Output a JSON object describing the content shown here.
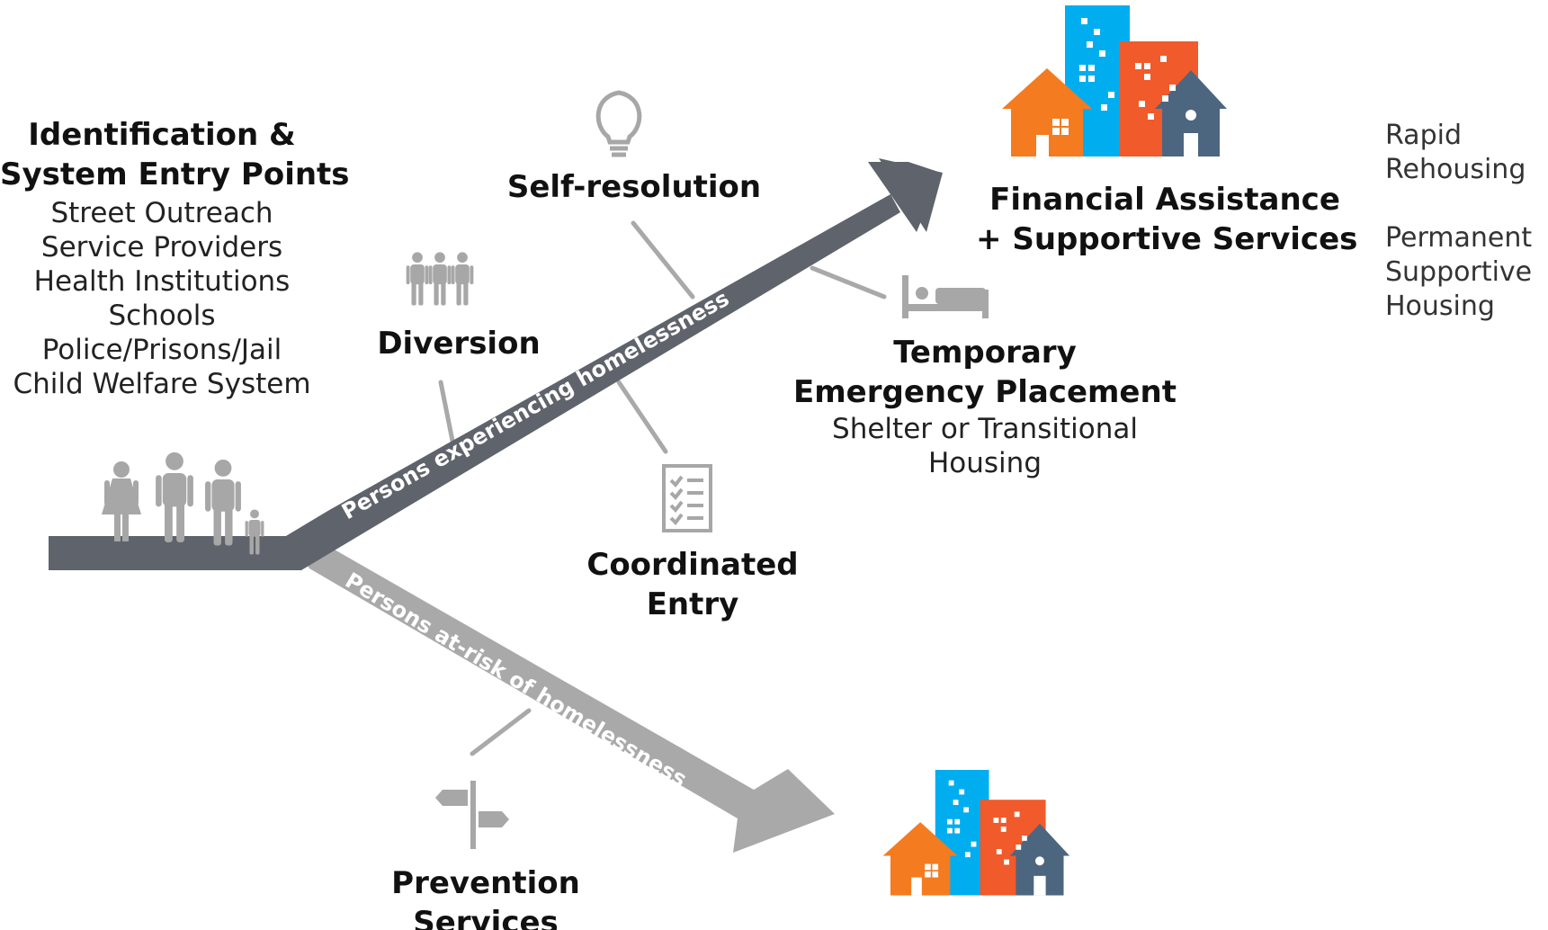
{
  "entry": {
    "title_lines": [
      "Identification &",
      "System Entry Points"
    ],
    "items": [
      "Street Outreach",
      "Service Providers",
      "Health Institutions",
      "Schools",
      "Police/Prisons/Jail",
      "Child Welfare System"
    ]
  },
  "arrows": {
    "upper_label": "Persons experiencing homelessness",
    "lower_label": "Persons at-risk of homelessness",
    "upper_color": "#5f636b",
    "lower_color": "#a9a9a9"
  },
  "nodes": {
    "self_resolution": {
      "title": "Self-resolution",
      "icon": "lightbulb-icon"
    },
    "diversion": {
      "title": "Diversion",
      "icon": "people-group-icon"
    },
    "coordinated_entry": {
      "title_lines": [
        "Coordinated",
        "Entry"
      ],
      "icon": "checklist-icon"
    },
    "temporary_placement": {
      "title_lines": [
        "Temporary",
        "Emergency Placement"
      ],
      "sub_lines": [
        "Shelter or Transitional",
        "Housing"
      ],
      "icon": "bed-icon"
    },
    "financial": {
      "title_lines": [
        "Financial Assistance",
        "+ Supportive Services"
      ],
      "icon": "housing-buildings-icon"
    },
    "prevention": {
      "title_lines": [
        "Prevention",
        "Services"
      ],
      "icon": "signpost-icon"
    }
  },
  "outcomes": {
    "lines": [
      "Rapid",
      "Rehousing",
      "",
      "Permanent",
      "Supportive",
      "Housing"
    ]
  },
  "colors": {
    "orange": "#f47b20",
    "blue": "#00aeef",
    "red": "#f15a2b",
    "slate": "#4d6680",
    "icon_gray": "#a7a7a7"
  }
}
